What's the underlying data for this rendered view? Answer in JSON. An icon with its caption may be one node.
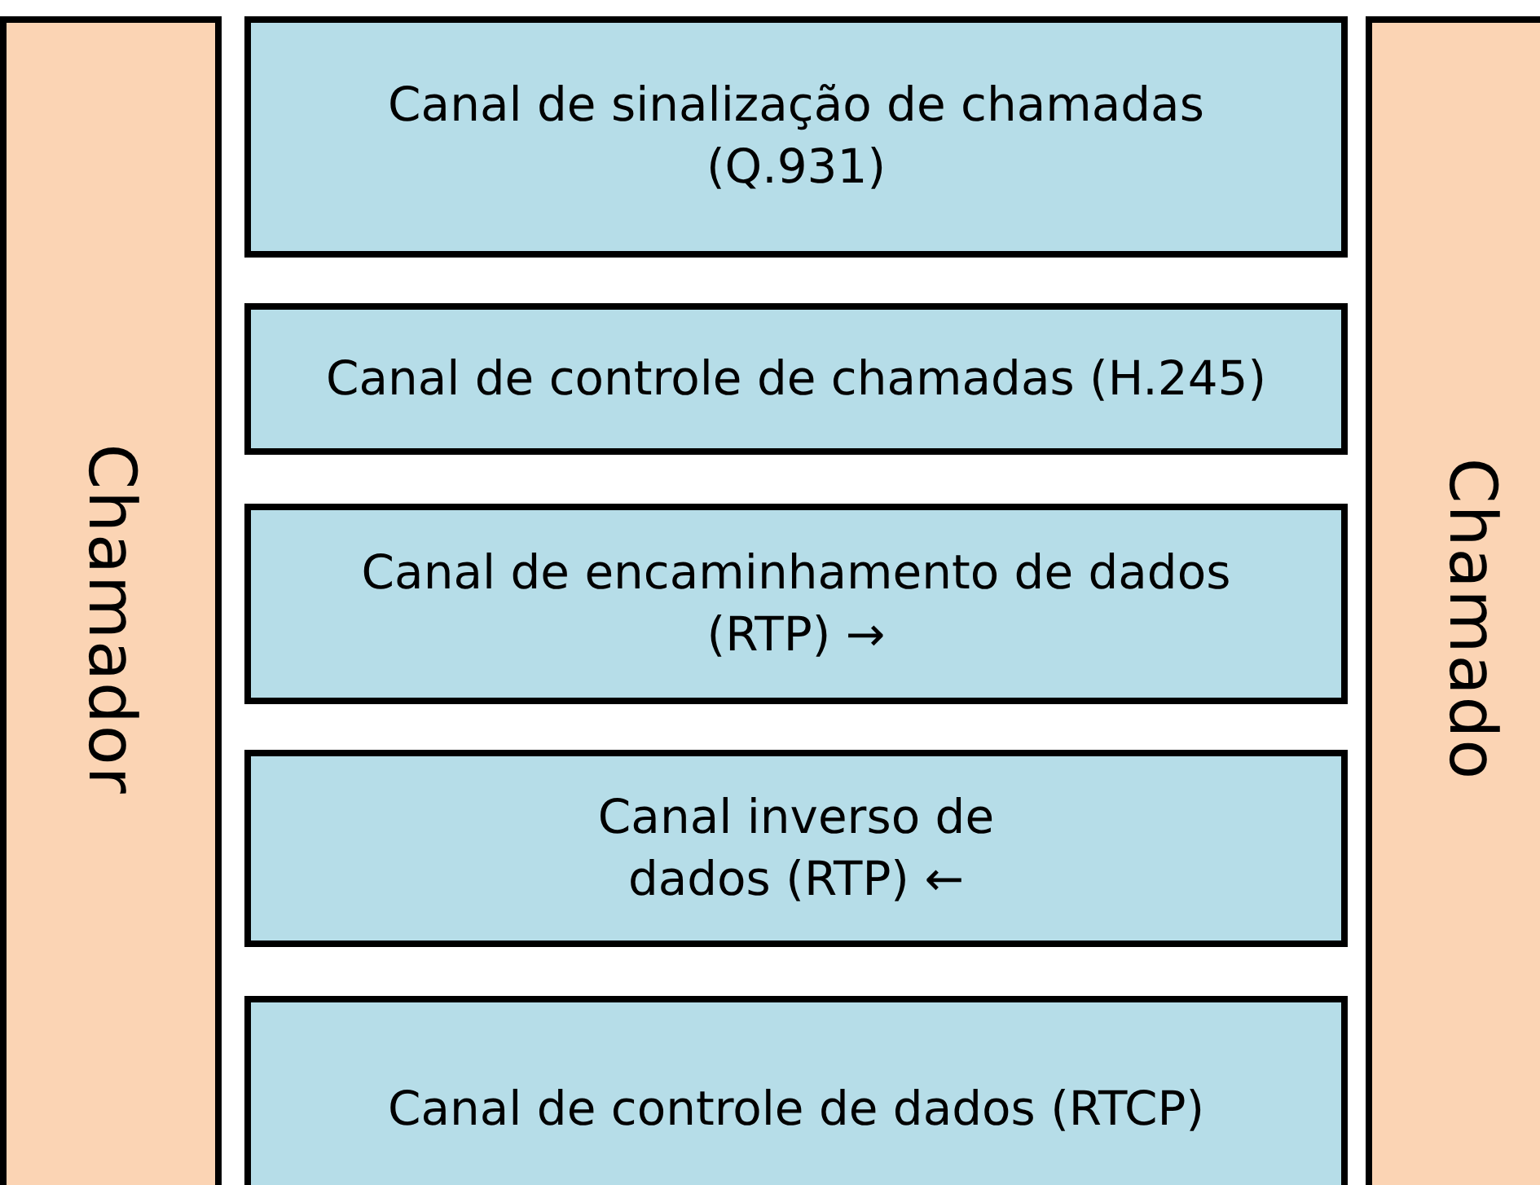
{
  "diagram": {
    "nodes": [
      {
        "text": [
          "Chamador"
        ]
      },
      {
        "text": [
          "Canal de sinalização de chamadas (Q.931)"
        ]
      },
      {
        "text": [
          "Canal de controle de chamadas (H.245)"
        ]
      },
      {
        "text": [
          "Canal de encaminhamento de dados (RTP) →"
        ]
      },
      {
        "text": [
          "Canal inverso de dados (RTP) ←"
        ]
      },
      {
        "text": [
          "Canal de controle de dados (RTCP)"
        ]
      },
      {
        "text": [
          "Chamado"
        ]
      }
    ]
  }
}
